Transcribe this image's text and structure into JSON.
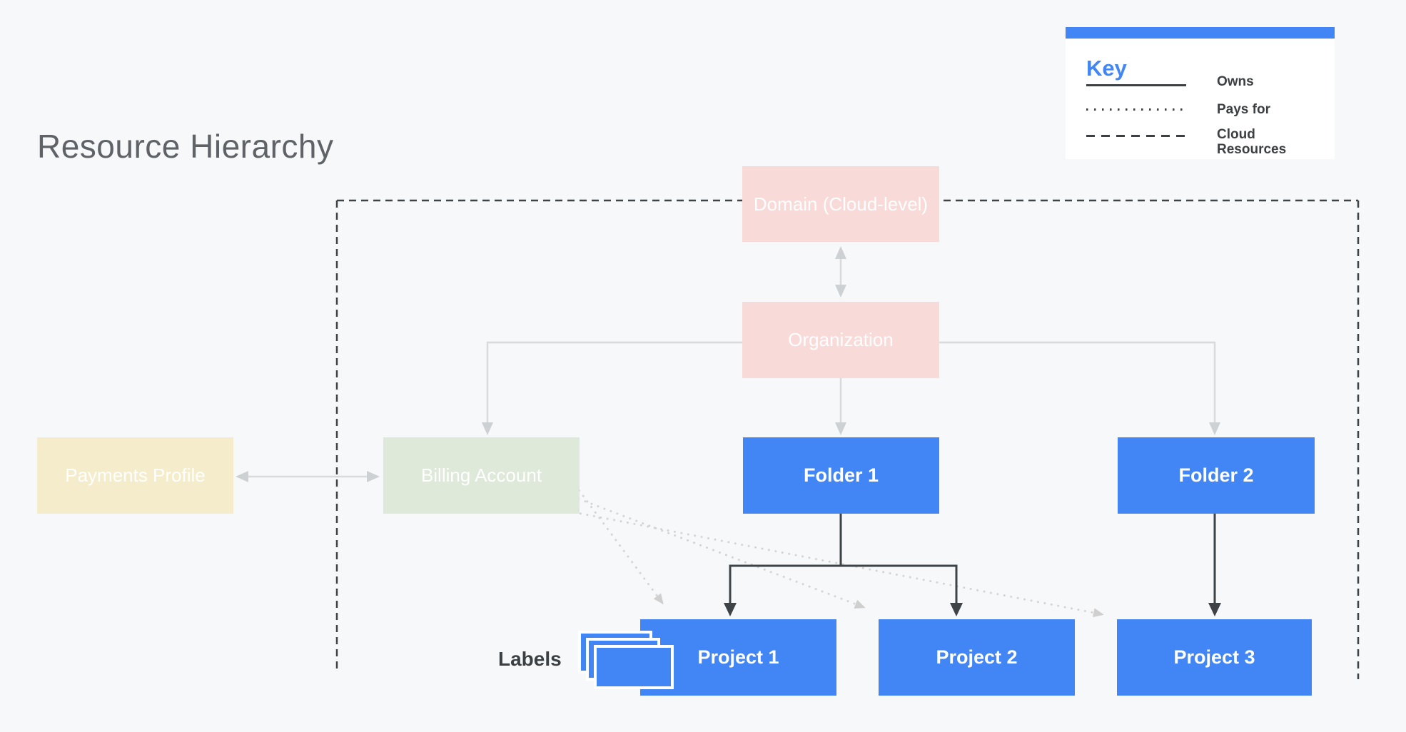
{
  "title": "Resource Hierarchy",
  "legend": {
    "title": "Key",
    "items": [
      {
        "style": "solid",
        "label": "Owns"
      },
      {
        "style": "dotted",
        "label": "Pays for"
      },
      {
        "style": "dashed",
        "label": "Cloud Resources"
      }
    ]
  },
  "nodes": {
    "domain": {
      "label": "Domain (Cloud-level)",
      "color": "#f8dbd9"
    },
    "organization": {
      "label": "Organization",
      "color": "#f8dbd9"
    },
    "payments_profile": {
      "label": "Payments Profile",
      "color": "#f5eccc"
    },
    "billing_account": {
      "label": "Billing Account",
      "color": "#dee9d9"
    },
    "folder1": {
      "label": "Folder 1",
      "color": "#4285f4"
    },
    "folder2": {
      "label": "Folder 2",
      "color": "#4285f4"
    },
    "project1": {
      "label": "Project 1",
      "color": "#4285f4"
    },
    "project2": {
      "label": "Project 2",
      "color": "#4285f4"
    },
    "project3": {
      "label": "Project 3",
      "color": "#4285f4"
    }
  },
  "labels_caption": "Labels",
  "edges": [
    {
      "from": "domain",
      "to": "organization",
      "type": "owns",
      "bidirectional": true
    },
    {
      "from": "payments_profile",
      "to": "billing_account",
      "type": "owns",
      "bidirectional": true
    },
    {
      "from": "organization",
      "to": "billing_account",
      "type": "owns"
    },
    {
      "from": "organization",
      "to": "folder1",
      "type": "owns"
    },
    {
      "from": "organization",
      "to": "folder2",
      "type": "owns"
    },
    {
      "from": "folder1",
      "to": "project1",
      "type": "owns"
    },
    {
      "from": "folder1",
      "to": "project2",
      "type": "owns"
    },
    {
      "from": "folder2",
      "to": "project3",
      "type": "owns"
    },
    {
      "from": "billing_account",
      "to": "project1",
      "type": "pays_for"
    },
    {
      "from": "billing_account",
      "to": "project2",
      "type": "pays_for"
    },
    {
      "from": "billing_account",
      "to": "project3",
      "type": "pays_for"
    }
  ],
  "cloud_resources_boundary": [
    "domain",
    "organization",
    "billing_account",
    "folder1",
    "folder2",
    "project1",
    "project2",
    "project3"
  ],
  "colors": {
    "background": "#f6f8f9",
    "accent_blue": "#4285f4",
    "pink": "#f8dbd9",
    "green": "#dee9d9",
    "beige": "#f5eccc",
    "dark_line": "#3e4347",
    "light_line": "#d9dadb",
    "dotted_line": "#d4d4d4",
    "title_text": "#5f6368",
    "legend_text": "#3c4043"
  }
}
